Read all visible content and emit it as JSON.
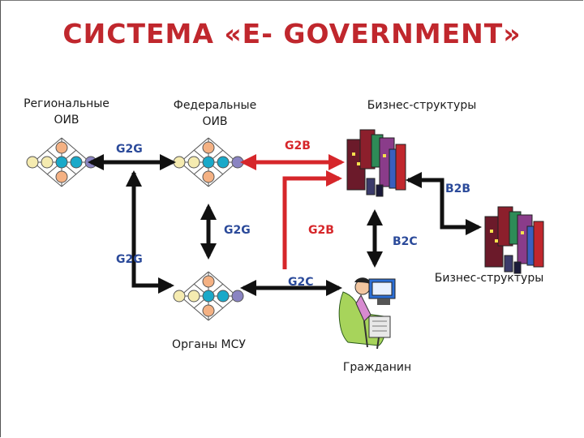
{
  "title": "СИСТЕМА «E- GOVERNMENT»",
  "nodes": {
    "regional": "Региональные ОИВ",
    "federal": "Федеральные ОИВ",
    "municipal": "Органы МСУ",
    "business_top": "Бизнес-структуры",
    "business_right": "Бизнес-структуры",
    "citizen": "Гражданин"
  },
  "links": {
    "g2g_top": "G2G",
    "g2g_left": "G2G",
    "g2g_mid": "G2G",
    "g2b_top": "G2B",
    "g2b_mid": "G2B",
    "g2c": "G2C",
    "b2b": "B2B",
    "b2c": "B2C"
  },
  "colors": {
    "title": "#c0272d",
    "black_link": "#111111",
    "red_link": "#d6262a",
    "label_blue": "#2b4a9a",
    "label_red": "#d6262a",
    "network_yellow": "#f5ebb0",
    "network_cyan": "#1aa9c9",
    "network_purple": "#8a84c2",
    "network_orange": "#f4b183"
  }
}
